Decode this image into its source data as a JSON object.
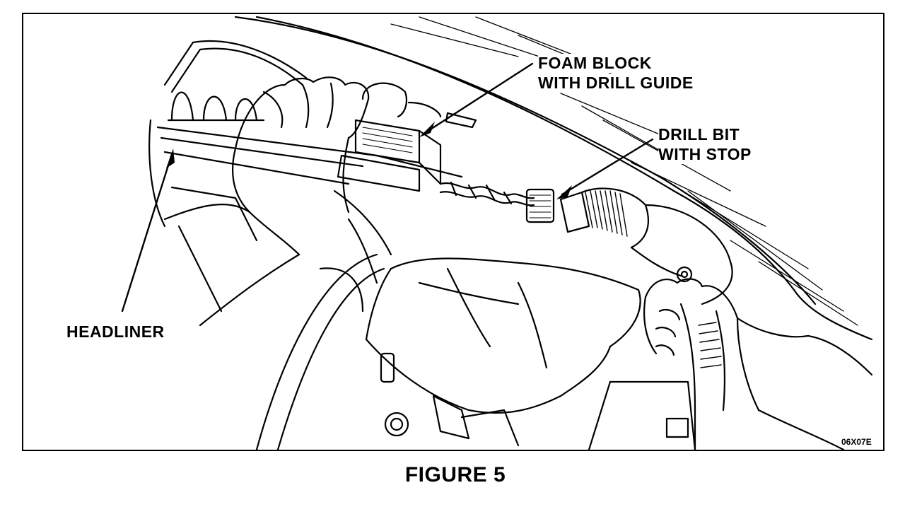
{
  "callouts": {
    "foam_block_line1": "FOAM BLOCK",
    "foam_block_line2": "WITH DRILL GUIDE",
    "drill_bit_line1": "DRILL BIT",
    "drill_bit_line2": "WITH STOP",
    "headliner": "HEADLINER"
  },
  "reference_code": "06X07E",
  "caption": "FIGURE 5"
}
